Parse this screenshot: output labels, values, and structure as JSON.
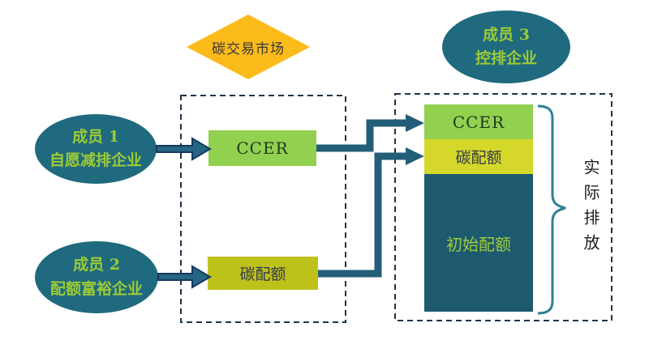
{
  "diagram_title": "碳交易市场",
  "market": {
    "diamond_label": "碳交易市场"
  },
  "members": {
    "member1": {
      "line1": "成员 1",
      "line2": "自愿减排企业"
    },
    "member2": {
      "line1": "成员 2",
      "line2": "配额富裕企业"
    },
    "member3": {
      "line1": "成员 3",
      "line2": "控排企业"
    }
  },
  "market_box": {
    "ccer_label": "CCER",
    "quota_label": "碳配额"
  },
  "emission_stack": {
    "ccer_label": "CCER",
    "quota_label": "碳配额",
    "initial_quota_label": "初始配额"
  },
  "brace": {
    "label": "实际排放"
  },
  "colors": {
    "ellipse_fill": "#1F6A7E",
    "ellipse_text": "#9CCB35",
    "diamond_fill": "#FBBB1B",
    "diamond_text": "#3B3838",
    "ccer_green": "#92D050",
    "quota_yellow_mid": "#BFC11B",
    "quota_yellow_right": "#D6D72B",
    "initial_quota_teal": "#1D5A70",
    "initial_quota_text": "#9FCC3A",
    "arrow_fill": "#256684",
    "arrow_outline": "#17375E",
    "elbow_line": "#235E78",
    "dashed_border": "#1F3448",
    "brace_stroke": "#2E7E96",
    "background": "#FFFFFF"
  }
}
